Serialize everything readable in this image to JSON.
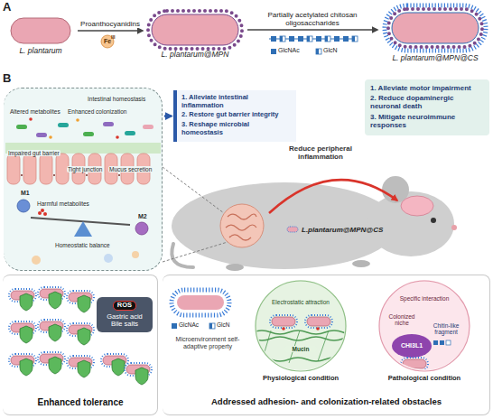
{
  "diagram": {
    "nodes": [
      {
        "text": [
          "L. plantarum"
        ]
      },
      {
        "text": [
          "L. plantarum@MPN"
        ]
      },
      {
        "text": [
          "L. plantarum@MPN@CS"
        ]
      },
      {
        "text": [
          "Intestinal homeostasis",
          "Altered metabolites",
          "Enhanced colonization",
          "Impaired gut barrier",
          "Tight junction",
          "Mucus secretion",
          "M1",
          "Harmful metabolites",
          "M2",
          "Homeostatic balance"
        ]
      },
      {
        "text": [
          "1. Alleviate intestinal inflammation",
          "2. Restore gut barrier integrity",
          "3. Reshape microbial homeostasis"
        ]
      },
      {
        "text": [
          "1. Alleviate motor impairment",
          "2. Reduce dopaminergic neuronal death",
          "3. Mitigate neuroimmune responses"
        ]
      },
      {
        "text": [
          "Enhanced tolerance"
        ]
      },
      {
        "text": [
          "ROS",
          "Gastric acid",
          "Bile salts"
        ],
        "in": 6
      },
      {
        "text": [
          "Addressed adhesion- and colonization-related obstacles"
        ]
      },
      {
        "text": [
          "Electrostatic attraction",
          "Mucin",
          "Physiological condition"
        ],
        "in": 8
      },
      {
        "text": [
          "Specific interaction",
          "Colonized niche",
          "Chitin-like fragment",
          "CHI3L1",
          "Pathological condition"
        ],
        "in": 8
      }
    ],
    "edges": [
      {
        "from": 0,
        "to": 1,
        "label": "Proanthocyanidins",
        "arrow": "to"
      },
      {
        "from": 1,
        "to": 2,
        "label": "Partially acetylated chitosan oligosaccharides",
        "arrow": "to"
      },
      {
        "from": 3,
        "to": 4,
        "arrow": "to"
      }
    ],
    "labels": [
      "A",
      "Fe",
      "III",
      "GlcNAc",
      "GlcN",
      "B",
      "Reduce peripheral inflammation",
      "L.plantarum@MPN@CS",
      "GlcNAc",
      "GlcN",
      "Microenvironment self-adaptive property"
    ]
  }
}
